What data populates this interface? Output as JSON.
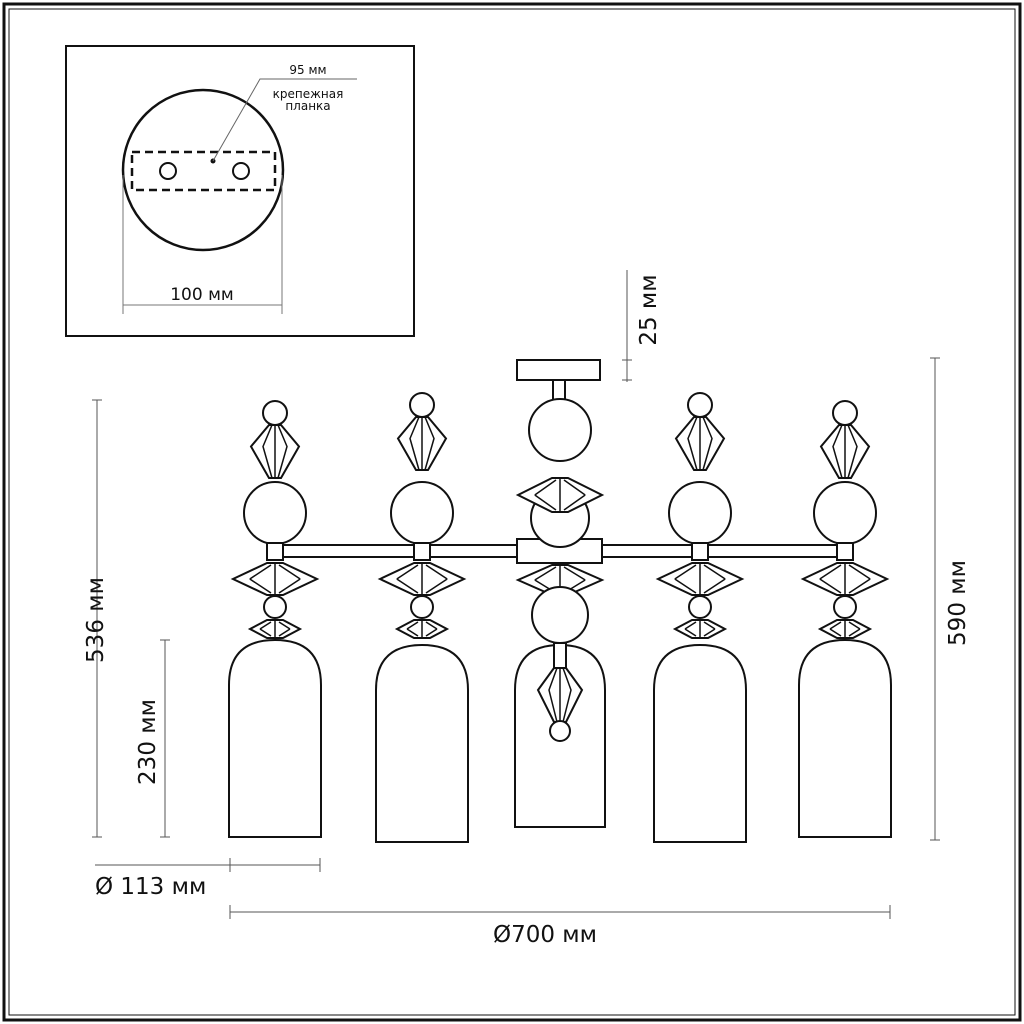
{
  "inset": {
    "bracket_length": "95 мм",
    "bracket_label_line1": "крепежная",
    "bracket_label_line2": "планка",
    "canopy_diameter": "100 мм"
  },
  "dimensions": {
    "height_total": "536 мм",
    "shade_height": "230 мм",
    "max_height": "590 мм",
    "canopy_height": "25 мм",
    "shade_diameter": "Ø 113 мм",
    "overall_diameter": "Ø700 мм"
  },
  "colors": {
    "line": "#111111",
    "dim_line": "#555555",
    "background": "#ffffff"
  }
}
